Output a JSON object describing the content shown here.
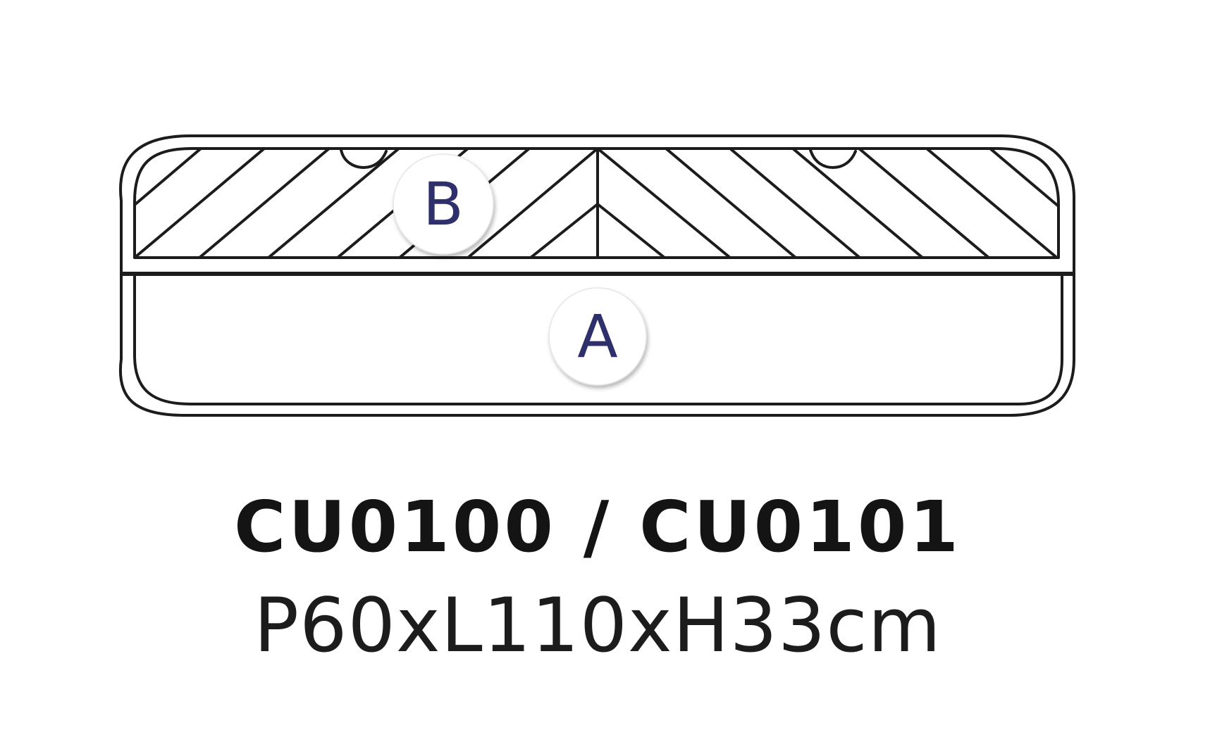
{
  "diagram": {
    "parts": [
      {
        "id": "seat-cushion",
        "badge": "B"
      },
      {
        "id": "base",
        "badge": "A"
      }
    ]
  },
  "caption": {
    "model_codes": "CU0100 / CU0101",
    "dimensions": "P60xL110xH33cm"
  },
  "colors": {
    "line": "#1c1c1c",
    "badge_text": "#2e2f6b",
    "caption_text": "#141414"
  }
}
